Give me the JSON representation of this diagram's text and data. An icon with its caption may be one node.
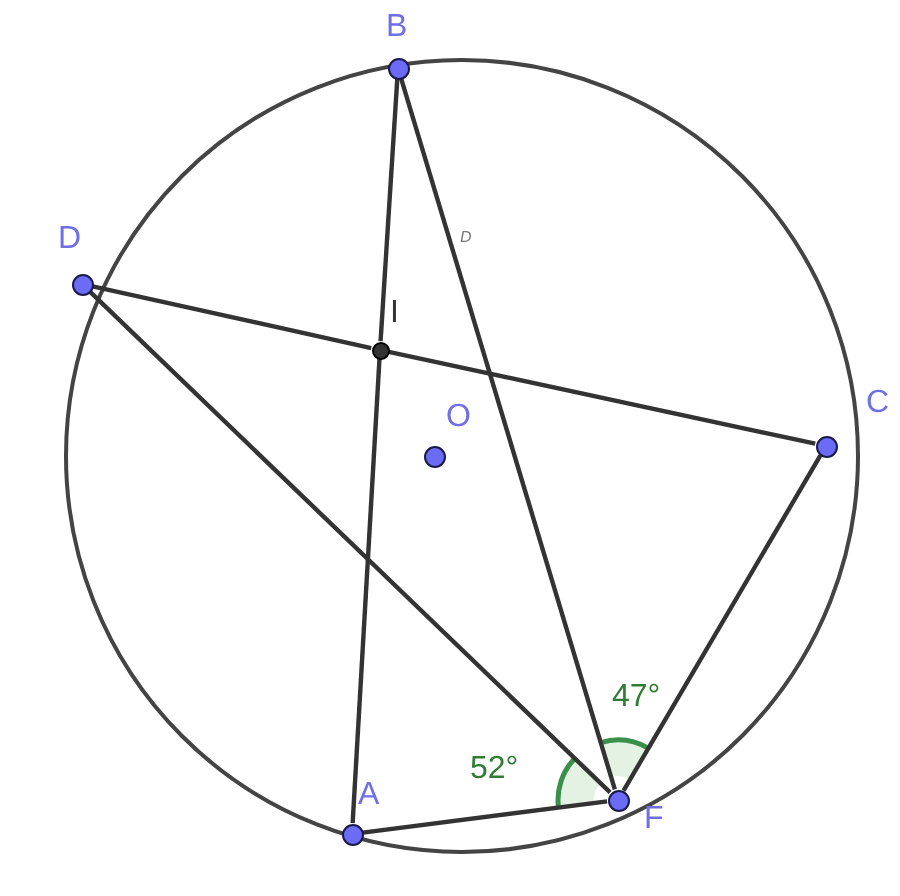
{
  "diagram": {
    "nodes": [
      {
        "text": [],
        "shape": "circle",
        "beside": [
          "B"
        ]
      },
      {
        "text": [],
        "shape": "circle",
        "beside": [
          "D"
        ]
      },
      {
        "text": [],
        "shape": "circle",
        "beside": [
          "I"
        ]
      },
      {
        "text": [],
        "shape": "circle",
        "beside": [
          "O"
        ]
      },
      {
        "text": [],
        "shape": "circle",
        "beside": [
          "C"
        ]
      },
      {
        "text": [],
        "shape": "circle",
        "beside": [
          "A"
        ]
      },
      {
        "text": [],
        "shape": "circle",
        "beside": [
          "F"
        ]
      }
    ],
    "edges": [
      {
        "from": 0,
        "to": 2,
        "arrow": "none"
      },
      {
        "from": 2,
        "to": 5,
        "arrow": "none"
      },
      {
        "from": 1,
        "to": 2,
        "arrow": "none"
      },
      {
        "from": 2,
        "to": 4,
        "arrow": "none"
      },
      {
        "from": 0,
        "to": 6,
        "arrow": "none"
      },
      {
        "from": 1,
        "to": 6,
        "arrow": "none"
      },
      {
        "from": 5,
        "to": 6,
        "arrow": "none"
      },
      {
        "from": 4,
        "to": 6,
        "arrow": "none"
      }
    ],
    "labels": [
      "D",
      "47°",
      "52°"
    ]
  }
}
